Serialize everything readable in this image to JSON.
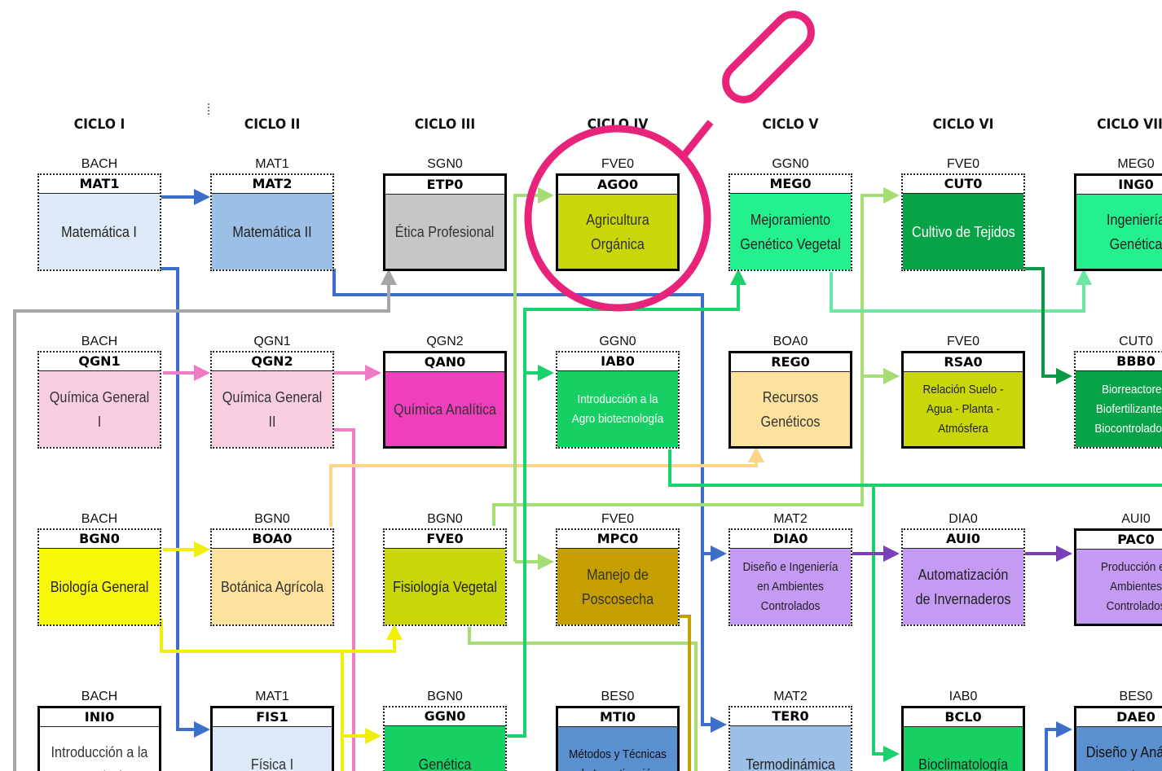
{
  "cycles": [
    "CICLO I",
    "CICLO II",
    "CICLO III",
    "CICLO IV",
    "CICLO V",
    "CICLO VI",
    "CICLO VII"
  ],
  "courses": [
    {
      "prereq": "BACH",
      "code": "MAT1",
      "name": "Matemática I",
      "color": "#dde9f6",
      "border": "dotted",
      "text": "#222"
    },
    {
      "prereq": "MAT1",
      "code": "MAT2",
      "name": "Matemática II",
      "color": "#9bbfe5",
      "border": "dotted",
      "text": "#222"
    },
    {
      "prereq": "SGN0",
      "code": "ETP0",
      "name": "Ética Profesional",
      "color": "#c6c6c6",
      "border": "solid",
      "text": "#333"
    },
    {
      "prereq": "FVE0",
      "code": "AGO0",
      "name": "Agricultura Orgánica",
      "color": "#c8d60a",
      "border": "solid",
      "text": "#333"
    },
    {
      "prereq": "GGN0",
      "code": "MEG0",
      "name": "Mejoramiento Genético Vegetal",
      "color": "#25f08e",
      "border": "dotted",
      "text": "#222"
    },
    {
      "prereq": "FVE0",
      "code": "CUT0",
      "name": "Cultivo de Tejidos",
      "color": "#09a347",
      "border": "dotted",
      "text": "#fff"
    },
    {
      "prereq": "MEG0",
      "code": "ING0",
      "name": "Ingeniería Genética",
      "color": "#25f08e",
      "border": "solid",
      "text": "#222"
    },
    {
      "prereq": "BACH",
      "code": "QGN1",
      "name": "Química General I",
      "color": "#f9cde0",
      "border": "dotted",
      "text": "#333"
    },
    {
      "prereq": "QGN1",
      "code": "QGN2",
      "name": "Química General II",
      "color": "#f9cde0",
      "border": "dotted",
      "text": "#333"
    },
    {
      "prereq": "QGN2",
      "code": "QAN0",
      "name": "Química Analítica",
      "color": "#ef3fbd",
      "border": "solid",
      "text": "#333"
    },
    {
      "prereq": "GGN0",
      "code": "IAB0",
      "name": "Introducción a la Agro biotecnología",
      "color": "#16d063",
      "border": "dotted",
      "text": "#fff"
    },
    {
      "prereq": "BOA0",
      "code": "REG0",
      "name": "Recursos Genéticos",
      "color": "#fde29e",
      "border": "solid",
      "text": "#333"
    },
    {
      "prereq": "FVE0",
      "code": "RSA0",
      "name": "Relación Suelo - Agua - Planta - Atmósfera",
      "color": "#c8d60a",
      "border": "solid",
      "text": "#222"
    },
    {
      "prereq": "CUT0",
      "code": "BBB0",
      "name": "Biorreactores, Biofertilizantes y Biocontroladores",
      "color": "#09a347",
      "border": "dotted",
      "text": "#fff"
    },
    {
      "prereq": "BACH",
      "code": "BGN0",
      "name": "Biología General",
      "color": "#f9f80a",
      "border": "dotted",
      "text": "#222"
    },
    {
      "prereq": "BGN0",
      "code": "BOA0",
      "name": "Botánica Agrícola",
      "color": "#fde29e",
      "border": "dotted",
      "text": "#333"
    },
    {
      "prereq": "BGN0",
      "code": "FVE0",
      "name": "Fisiología Vegetal",
      "color": "#c8d60a",
      "border": "dotted",
      "text": "#222"
    },
    {
      "prereq": "FVE0",
      "code": "MPC0",
      "name": "Manejo de Poscosecha",
      "color": "#c59f00",
      "border": "dotted",
      "text": "#333"
    },
    {
      "prereq": "MAT2",
      "code": "DIA0",
      "name": "Diseño e Ingeniería en Ambientes Controlados",
      "color": "#c49af2",
      "border": "dotted",
      "text": "#222"
    },
    {
      "prereq": "DIA0",
      "code": "AUI0",
      "name": "Automatización de Invernaderos",
      "color": "#c49af2",
      "border": "dotted",
      "text": "#222"
    },
    {
      "prereq": "AUI0",
      "code": "PAC0",
      "name": "Producción en Ambientes Controlados",
      "color": "#c49af2",
      "border": "solid",
      "text": "#222"
    },
    {
      "prereq": "BACH",
      "code": "INI0",
      "name": "Introducción a la Ingeniería",
      "color": "#ffffff",
      "border": "solid",
      "text": "#333"
    },
    {
      "prereq": "MAT1",
      "code": "FIS1",
      "name": "Física I",
      "color": "#dde9f6",
      "border": "solid",
      "text": "#333"
    },
    {
      "prereq": "BGN0",
      "code": "GGN0",
      "name": "Genética",
      "color": "#16d063",
      "border": "dotted",
      "text": "#222"
    },
    {
      "prereq": "BES0",
      "code": "MTI0",
      "name": "Métodos y Técnicas de Investigación",
      "color": "#5a8fd0",
      "border": "solid",
      "text": "#111"
    },
    {
      "prereq": "MAT2",
      "code": "TER0",
      "name": "Termodinámica",
      "color": "#9bbfe5",
      "border": "dotted",
      "text": "#222"
    },
    {
      "prereq": "IAB0",
      "code": "BCL0",
      "name": "Bioclimatología",
      "color": "#16d063",
      "border": "solid",
      "text": "#222"
    },
    {
      "prereq": "BES0",
      "code": "DAE0",
      "name": "Diseño y Análisis Experimental",
      "color": "#5a8fd0",
      "border": "solid",
      "text": "#111"
    }
  ],
  "highlight_color": "#e8237a"
}
